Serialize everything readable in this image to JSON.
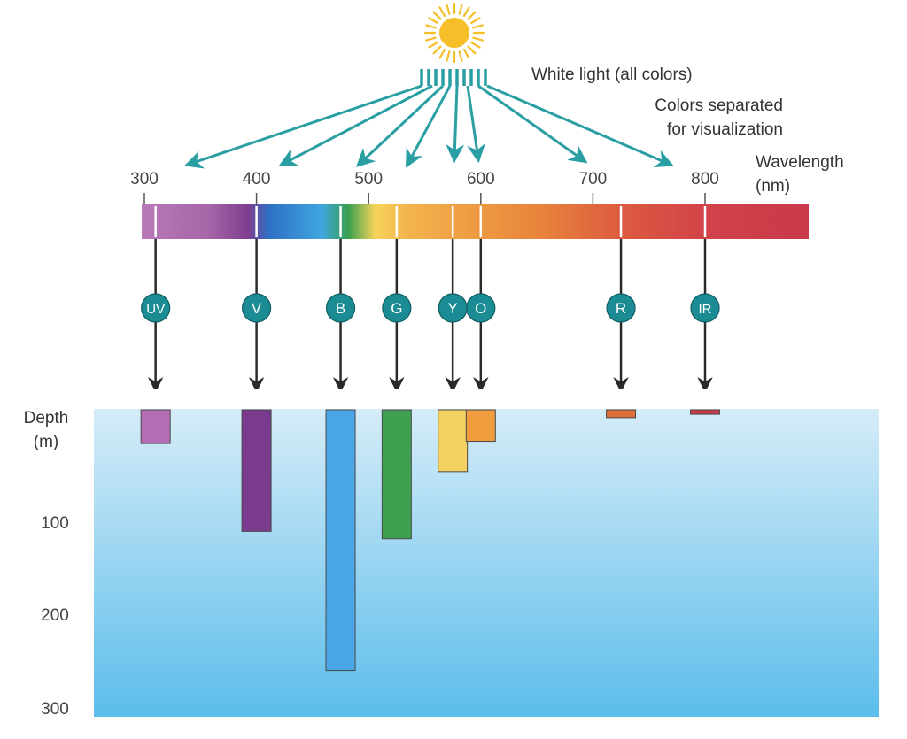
{
  "labels": {
    "white_light": "White light (all colors)",
    "colors_separated_1": "Colors separated",
    "colors_separated_2": "for visualization",
    "wavelength": "Wavelength",
    "wavelength_unit": "(nm)",
    "depth": "Depth",
    "depth_unit": "(m)"
  },
  "wavelength_ticks": [
    "300",
    "400",
    "500",
    "600",
    "700",
    "800"
  ],
  "depth_ticks": [
    "100",
    "200",
    "300"
  ],
  "colors": {
    "arrow": "#2a9fa3",
    "sun": "#f6bf2a",
    "badge_fill": "#1b8c94",
    "water_top": "#d6ecf8",
    "water_bottom": "#5bbdeb"
  },
  "bands": [
    {
      "key": "UV",
      "label": "UV",
      "wavelength": 310,
      "depth_m": 30,
      "color": "#b46fb4"
    },
    {
      "key": "V",
      "label": "V",
      "wavelength": 400,
      "depth_m": 110,
      "color": "#7a3a8e"
    },
    {
      "key": "B",
      "label": "B",
      "wavelength": 475,
      "depth_m": 260,
      "color": "#4aa6e6"
    },
    {
      "key": "G",
      "label": "G",
      "wavelength": 525,
      "depth_m": 118,
      "color": "#3fa051"
    },
    {
      "key": "Y",
      "label": "Y",
      "wavelength": 575,
      "depth_m": 55,
      "color": "#f4d160"
    },
    {
      "key": "O",
      "label": "O",
      "wavelength": 600,
      "depth_m": 28,
      "color": "#ef9d3f"
    },
    {
      "key": "R",
      "label": "R",
      "wavelength": 725,
      "depth_m": 7,
      "color": "#e0703a"
    },
    {
      "key": "IR",
      "label": "IR",
      "wavelength": 800,
      "depth_m": 4,
      "color": "#c8394a"
    }
  ]
}
